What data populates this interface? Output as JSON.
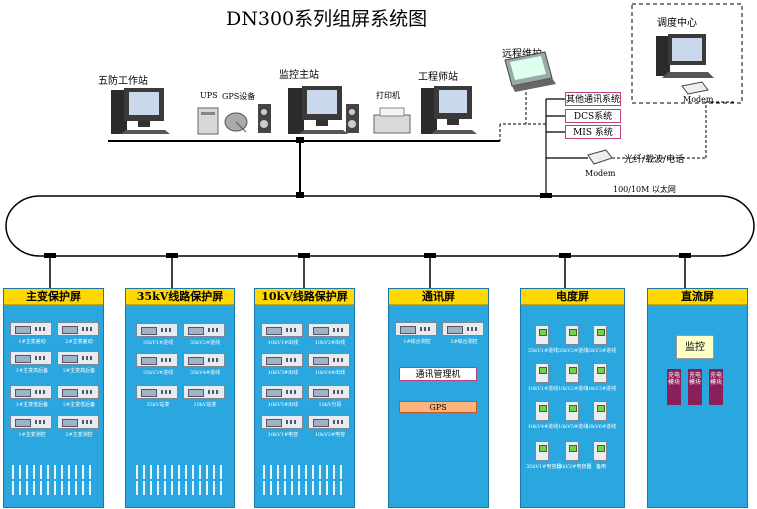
{
  "title": "DN300系列组屏系统图",
  "top": {
    "wufang": "五防工作站",
    "monitor": "监控主站",
    "engineer": "工程师站",
    "ups": "UPS",
    "gps": "GPS设备",
    "printer": "打印机",
    "remote": "远程维护",
    "dispatch": "调度中心",
    "modem_top": "Modem",
    "modem_mid": "Modem",
    "link": "光纤/载波/电话",
    "ethernet": "100/10M 以太网"
  },
  "systems": [
    "其他通讯系统",
    "DCS系统",
    "MIS 系统"
  ],
  "panels": {
    "zhubian": {
      "title": "主变保护屏",
      "devices": [
        "1#主变差动",
        "2#主变差动",
        "1#主变高后备",
        "2#主变高后备",
        "1#主变低后备",
        "2#主变低后备",
        "1#主变测控",
        "2#主变测控"
      ]
    },
    "xl35": {
      "title": "35kV线路保护屏",
      "devices": [
        "35kV1#进线",
        "35kV2#进线",
        "35kV3#进线",
        "35kV4#进线",
        "35kV站变",
        "10kV站变"
      ]
    },
    "xl10": {
      "title": "10kV线路保护屏",
      "devices": [
        "10kV1#出线",
        "10kV2#出线",
        "10kV3#出线",
        "10kV4#出线",
        "10kV5#出线",
        "10kV分段",
        "10kV1#电容",
        "10kV2#电容"
      ]
    },
    "tongxun": {
      "title": "通讯屏",
      "devices": [
        "1#综合测控",
        "2#综合测控"
      ],
      "manager": "通讯管理机",
      "gps": "GPS"
    },
    "dudu": {
      "title": "电度屏",
      "devices": [
        "35kV1#进线",
        "35kV2#进线",
        "35kV3#进线",
        "10kV1#进线",
        "10kV2#进线",
        "10kV3#进线",
        "10kV4#进线",
        "10kV5#进线",
        "10kV6#进线",
        "35kV1#电容器",
        "10kV2#电容器",
        "备用"
      ]
    },
    "zhiliu": {
      "title": "直流屏",
      "monitor": "监控",
      "modules": [
        "充电模块",
        "充电模块",
        "充电模块"
      ]
    }
  },
  "colors": {
    "panel": "#2ba7e0",
    "header": "#ffd800",
    "system_border": "#c0407e",
    "module": "#8b1f5a"
  }
}
